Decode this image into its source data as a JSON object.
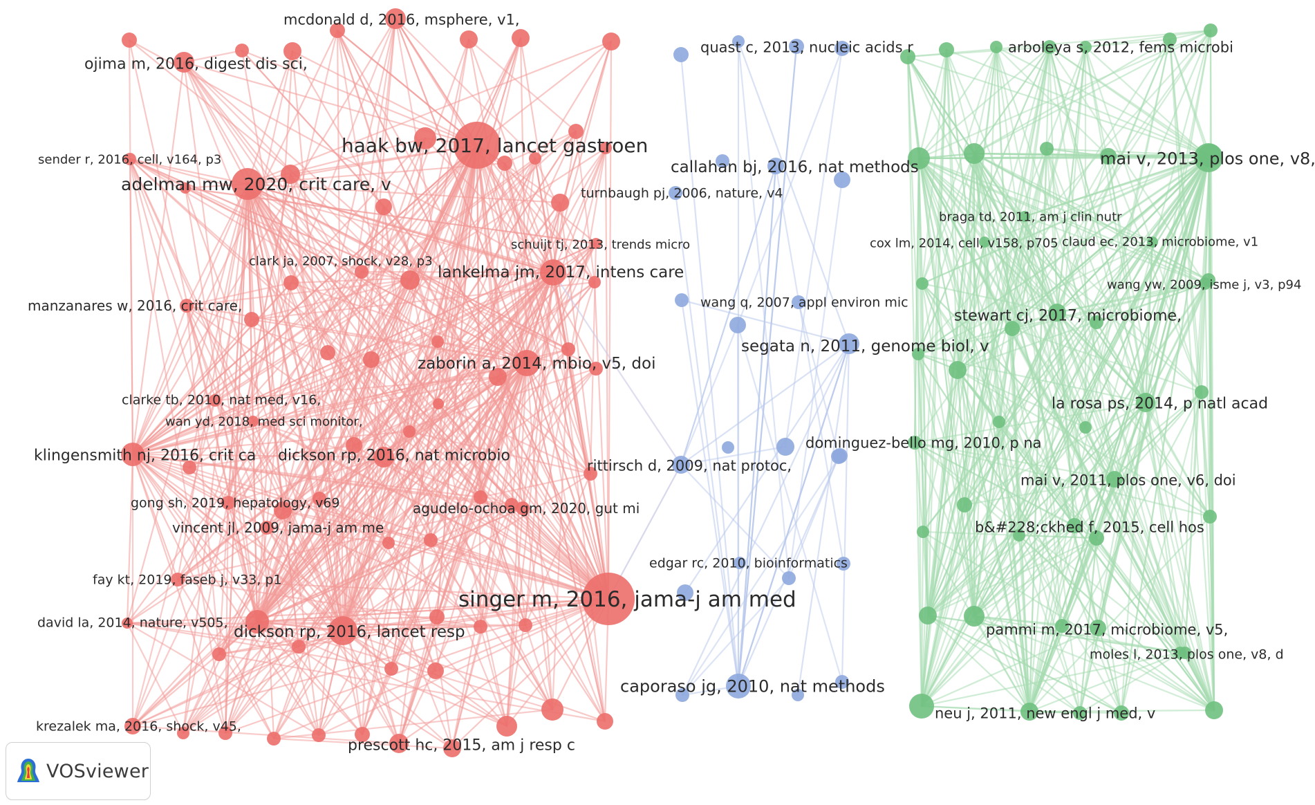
{
  "app": {
    "name": "VOSviewer"
  },
  "colors": {
    "red": "#ec6f6b",
    "blue": "#8ea8de",
    "green": "#6fc07f"
  },
  "clusters": [
    {
      "id": "red",
      "color": "#ec6f6b",
      "edge_color": "#f29a97"
    },
    {
      "id": "blue",
      "color": "#8ea8de",
      "edge_color": "#b9c9ec"
    },
    {
      "id": "green",
      "color": "#6fc07f",
      "edge_color": "#a8dcb2"
    }
  ],
  "nodes": [
    {
      "id": "singer",
      "label": "singer m, 2016, jama-j am med",
      "cluster": "red",
      "weight": 100
    },
    {
      "id": "haak",
      "label": "haak bw, 2017, lancet gastroen",
      "cluster": "red",
      "weight": 80
    },
    {
      "id": "adelman",
      "label": "adelman mw, 2020, crit care, v",
      "cluster": "red",
      "weight": 65
    },
    {
      "id": "lankelma",
      "label": "lankelma jm, 2017, intens care",
      "cluster": "red",
      "weight": 55
    },
    {
      "id": "zaborin",
      "label": "zaborin a, 2014, mbio, v5, doi",
      "cluster": "red",
      "weight": 55
    },
    {
      "id": "dicksonn",
      "label": "dickson rp, 2016, nat microbio",
      "cluster": "red",
      "weight": 50
    },
    {
      "id": "dicksonl",
      "label": "dickson rp, 2016, lancet resp",
      "cluster": "red",
      "weight": 55
    },
    {
      "id": "ojima",
      "label": "ojima m, 2016, digest dis sci,",
      "cluster": "red",
      "weight": 45
    },
    {
      "id": "mcdonald",
      "label": "mcdonald d, 2016, msphere, v1,",
      "cluster": "red",
      "weight": 40
    },
    {
      "id": "klingensmith",
      "label": "klingensmith nj, 2016, crit ca",
      "cluster": "red",
      "weight": 45
    },
    {
      "id": "prescott",
      "label": "prescott hc, 2015, am j resp c",
      "cluster": "red",
      "weight": 40
    },
    {
      "id": "sender",
      "label": "sender r, 2016, cell, v164, p3",
      "cluster": "red",
      "weight": 20
    },
    {
      "id": "clarkja",
      "label": "clark ja, 2007, shock, v28, p3",
      "cluster": "red",
      "weight": 30
    },
    {
      "id": "schuijt",
      "label": "schuijt tj, 2013, trends micro",
      "cluster": "red",
      "weight": 22
    },
    {
      "id": "manzanares",
      "label": "manzanares w, 2016, crit care,",
      "cluster": "red",
      "weight": 25
    },
    {
      "id": "clarketb",
      "label": "clarke tb, 2010, nat med, v16,",
      "cluster": "red",
      "weight": 22
    },
    {
      "id": "wanyd",
      "label": "wan yd, 2018, med sci monitor,",
      "cluster": "red",
      "weight": 20
    },
    {
      "id": "gongsh",
      "label": "gong sh, 2019, hepatology, v69",
      "cluster": "red",
      "weight": 22
    },
    {
      "id": "agudelo",
      "label": "agudelo-ochoa gm, 2020, gut mi",
      "cluster": "red",
      "weight": 22
    },
    {
      "id": "vincent",
      "label": "vincent jl, 2009, jama-j am me",
      "cluster": "red",
      "weight": 25
    },
    {
      "id": "faykt",
      "label": "fay kt, 2019, faseb j, v33, p1",
      "cluster": "red",
      "weight": 20
    },
    {
      "id": "davidla",
      "label": "david la, 2014, nature, v505,",
      "cluster": "red",
      "weight": 20
    },
    {
      "id": "krezalek",
      "label": "krezalek ma, 2016, shock, v45,",
      "cluster": "red",
      "weight": 25
    },
    {
      "id": "rittirsch",
      "label": "rittirsch d, 2009, nat protoc,",
      "cluster": "blue",
      "weight": 30
    },
    {
      "id": "quast",
      "label": "quast c, 2013, nucleic acids r",
      "cluster": "blue",
      "weight": 25
    },
    {
      "id": "callahan",
      "label": "callahan bj, 2016, nat methods",
      "cluster": "blue",
      "weight": 30
    },
    {
      "id": "turnbaugh",
      "label": "turnbaugh pj, 2006, nature, v4",
      "cluster": "blue",
      "weight": 20
    },
    {
      "id": "wangq",
      "label": "wang q, 2007, appl environ mic",
      "cluster": "blue",
      "weight": 20
    },
    {
      "id": "segata",
      "label": "segata n, 2011, genome biol, v",
      "cluster": "blue",
      "weight": 35
    },
    {
      "id": "dominguez",
      "label": "dominguez-bello mg, 2010, p na",
      "cluster": "blue",
      "weight": 25
    },
    {
      "id": "edgar",
      "label": "edgar rc, 2010, bioinformatics",
      "cluster": "blue",
      "weight": 22
    },
    {
      "id": "caporaso",
      "label": "caporaso jg, 2010, nat methods",
      "cluster": "blue",
      "weight": 40
    },
    {
      "id": "arboleya",
      "label": "arboleya s, 2012, fems microbi",
      "cluster": "green",
      "weight": 25
    },
    {
      "id": "maiv2013",
      "label": "mai v, 2013, plos one, v8, doi",
      "cluster": "green",
      "weight": 50
    },
    {
      "id": "bragatd",
      "label": "braga td, 2011, am j clin nutr",
      "cluster": "green",
      "weight": 20
    },
    {
      "id": "coxlm",
      "label": "cox lm, 2014, cell, v158, p705",
      "cluster": "green",
      "weight": 20
    },
    {
      "id": "claudec",
      "label": "claud ec, 2013, microbiome, v1",
      "cluster": "green",
      "weight": 20
    },
    {
      "id": "wangyw",
      "label": "wang yw, 2009, isme j, v3, p94",
      "cluster": "green",
      "weight": 22
    },
    {
      "id": "stewart",
      "label": "stewart cj, 2017, microbiome,",
      "cluster": "green",
      "weight": 35
    },
    {
      "id": "larosa",
      "label": "la rosa ps, 2014, p natl acad",
      "cluster": "green",
      "weight": 35
    },
    {
      "id": "maiv2011",
      "label": "mai v, 2011, plos one, v6, doi",
      "cluster": "green",
      "weight": 30
    },
    {
      "id": "backhed",
      "label": "b&#228;ckhed f, 2015, cell hos",
      "cluster": "green",
      "weight": 30
    },
    {
      "id": "pammi",
      "label": "pammi m, 2017, microbiome, v5,",
      "cluster": "green",
      "weight": 30
    },
    {
      "id": "molesl",
      "label": "moles l, 2013, plos one, v8, d",
      "cluster": "green",
      "weight": 20
    },
    {
      "id": "neuj",
      "label": "neu j, 2011, new engl j med, v",
      "cluster": "green",
      "weight": 35
    }
  ]
}
